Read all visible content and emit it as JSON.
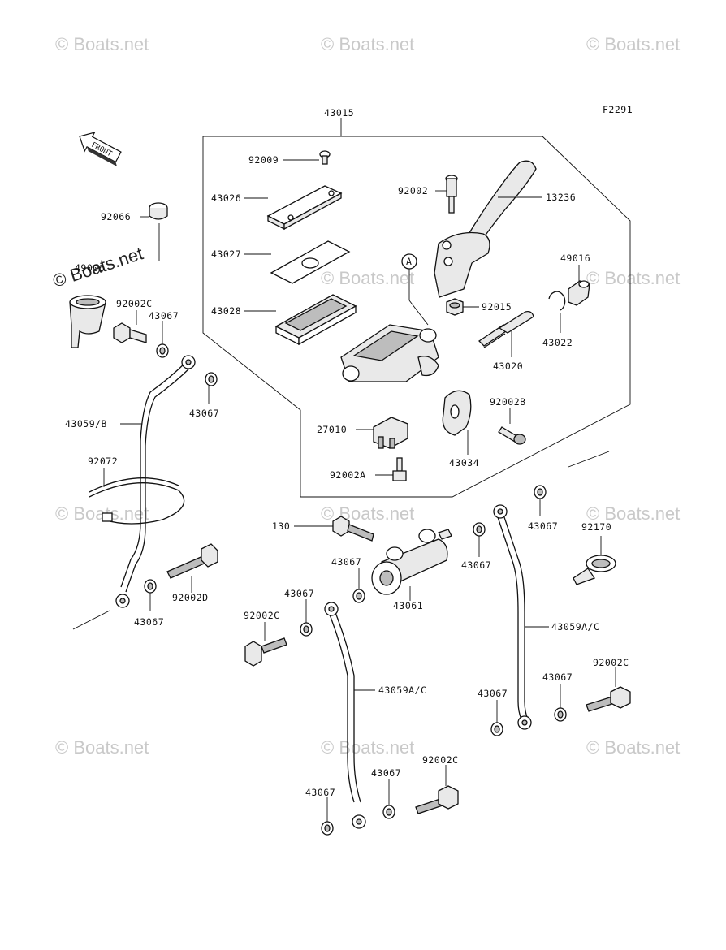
{
  "figure_code": "F2291",
  "front_label": "FRONT",
  "callout_letter": "A",
  "watermark_text": "© Boats.net",
  "part_labels": {
    "p43015": "43015",
    "p92009": "92009",
    "p43026": "43026",
    "p43027": "43027",
    "p43028": "43028",
    "p92002_top": "92002",
    "p13236": "13236",
    "p49016": "49016",
    "p92015": "92015",
    "p43022": "43022",
    "p43020": "43020",
    "p92002B": "92002B",
    "p27010": "27010",
    "p43034": "43034",
    "p92002A": "92002A",
    "p92066": "92066",
    "p49006": "49006",
    "p92002C_left": "92002C",
    "p43067_a": "43067",
    "p43067_b": "43067",
    "p43059B": "43059/B",
    "p92072": "92072",
    "p92002D": "92002D",
    "p43067_c": "43067",
    "p130": "130",
    "p43067_d": "43067",
    "p43067_e": "43067",
    "p43061": "43061",
    "p43067_f": "43067",
    "p92170": "92170",
    "p43059AC_right": "43059A/C",
    "p92002C_mid": "92002C",
    "p43067_g": "43067",
    "p43059AC_mid": "43059A/C",
    "p92002C_right": "92002C",
    "p43067_h": "43067",
    "p43067_i": "43067",
    "p43067_j": "43067",
    "p92002C_bottom": "92002C",
    "p43067_k": "43067"
  }
}
